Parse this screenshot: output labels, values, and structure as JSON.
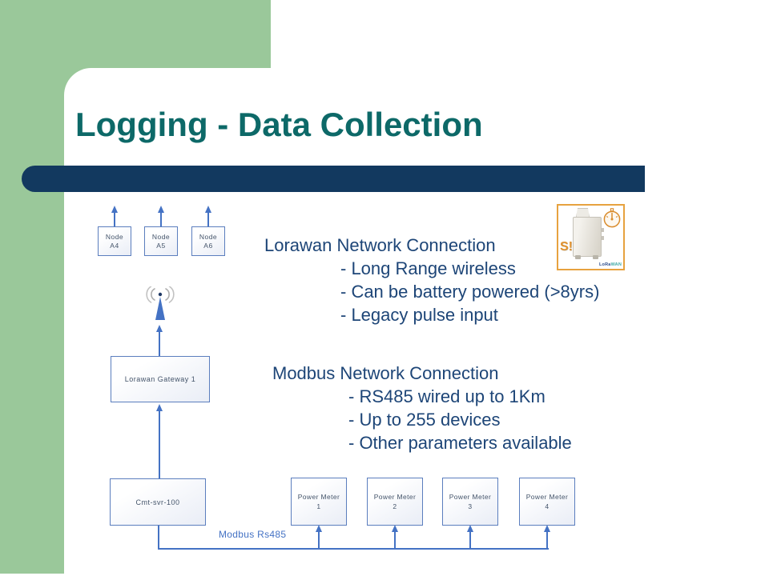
{
  "title": "Logging - Data Collection",
  "colors": {
    "accent_green": "#9AC89A",
    "title_teal": "#0D6968",
    "navy_bar": "#12395F",
    "body_text_navy": "#1D4577",
    "diagram_blue": "#4472C4",
    "box_border_blue": "#5B7EBE",
    "box_text": "#44546A",
    "photo_border_orange": "#E7A23F"
  },
  "diagram": {
    "nodes": [
      {
        "name": "Node",
        "id": "A4"
      },
      {
        "name": "Node",
        "id": "A5"
      },
      {
        "name": "Node",
        "id": "A6"
      }
    ],
    "gateway_label": "Lorawan Gateway 1",
    "server_label": "Cmt-svr-100",
    "meters": [
      {
        "name": "Power Meter",
        "id": "1"
      },
      {
        "name": "Power Meter",
        "id": "2"
      },
      {
        "name": "Power Meter",
        "id": "3"
      },
      {
        "name": "Power Meter",
        "id": "4"
      }
    ],
    "bus_label": "Modbus Rs485"
  },
  "lorawan_section": {
    "heading": "Lorawan Network Connection",
    "bullets": [
      "- Long Range wireless",
      "- Can be battery powered (>8yrs)",
      "- Legacy pulse input"
    ]
  },
  "modbus_section": {
    "heading": "Modbus Network Connection",
    "bullets": [
      "- RS485 wired up to 1Km",
      "- Up to 255 devices",
      "- Other parameters available"
    ]
  },
  "product_image": {
    "overlay_text": "S!",
    "brand_lora": "LoRa",
    "brand_wan": "WAN"
  }
}
